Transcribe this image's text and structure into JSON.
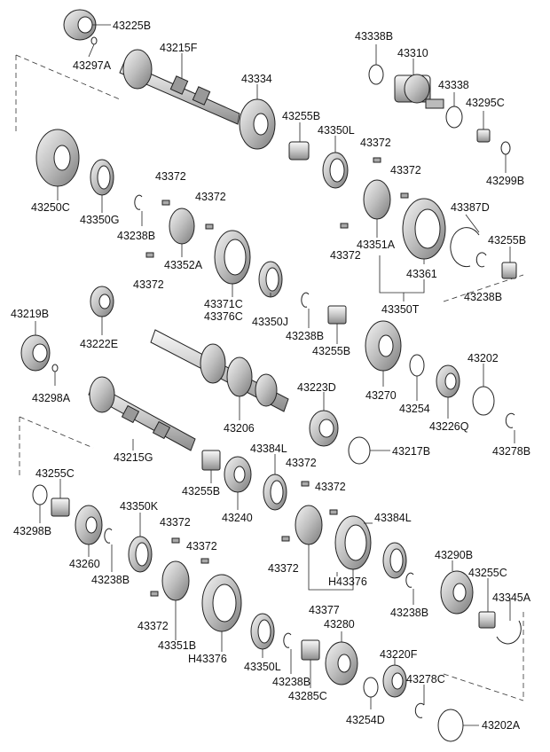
{
  "diagram": {
    "labels": {
      "p43225B": "43225B",
      "p43297A": "43297A",
      "p43215F": "43215F",
      "p43334": "43334",
      "p43255B_a": "43255B",
      "p43350L_a": "43350L",
      "p43338B": "43338B",
      "p43310": "43310",
      "p43338": "43338",
      "p43295C": "43295C",
      "p43299B": "43299B",
      "p43250C": "43250C",
      "p43350G": "43350G",
      "p43238B_a": "43238B",
      "p43372_a": "43372",
      "p43372_b": "43372",
      "p43372_c": "43372",
      "p43372_d": "43372",
      "p43372_e": "43372",
      "p43372_f": "43372",
      "p43352A": "43352A",
      "p43371C": "43371C",
      "p43376C": "43376C",
      "p43350J": "43350J",
      "p43351A": "43351A",
      "p43387D": "43387D",
      "p43255B_b": "43255B",
      "p43361": "43361",
      "p43238B_b": "43238B",
      "p43350T": "43350T",
      "p43219B": "43219B",
      "p43222E": "43222E",
      "p43238B_c": "43238B",
      "p43255B_c": "43255B",
      "p43298A": "43298A",
      "p43270": "43270",
      "p43254": "43254",
      "p43226Q": "43226Q",
      "p43202": "43202",
      "p43223D": "43223D",
      "p43206": "43206",
      "p43278B": "43278B",
      "p43217B": "43217B",
      "p43215G": "43215G",
      "p43255C_a": "43255C",
      "p43384L_a": "43384L",
      "p43372_g": "43372",
      "p43372_h": "43372",
      "p43255B_d": "43255B",
      "p43240": "43240",
      "p43298B": "43298B",
      "p43350K": "43350K",
      "p43384L_b": "43384L",
      "p43260": "43260",
      "p43372_i": "43372",
      "p43372_j": "43372",
      "p43238B_d": "43238B",
      "p43372_k": "43372",
      "pH43376_a": "H43376",
      "p43290B": "43290B",
      "p43255C_b": "43255C",
      "p43345A": "43345A",
      "p43377": "43377",
      "p43238B_e": "43238B",
      "p43372_l": "43372",
      "p43280": "43280",
      "p43351B": "43351B",
      "pH43376_b": "H43376",
      "p43350L_b": "43350L",
      "p43238B_f": "43238B",
      "p43285C": "43285C",
      "p43220F": "43220F",
      "p43278C": "43278C",
      "p43254D": "43254D",
      "p43202A": "43202A"
    }
  }
}
